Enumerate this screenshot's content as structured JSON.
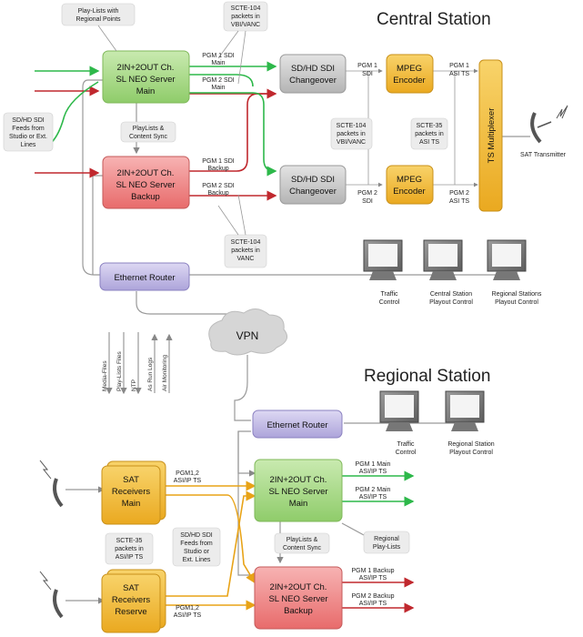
{
  "titles": {
    "central": "Central Station",
    "regional": "Regional Station"
  },
  "central": {
    "server_main": [
      "2IN+2OUT Ch.",
      "SL NEO Server",
      "Main"
    ],
    "server_backup": [
      "2IN+2OUT Ch.",
      "SL NEO Server",
      "Backup"
    ],
    "changeover_1": [
      "SD/HD SDI",
      "Changeover"
    ],
    "changeover_2": [
      "SD/HD SDI",
      "Changeover"
    ],
    "encoder_1": [
      "MPEG",
      "Encoder"
    ],
    "encoder_2": [
      "MPEG",
      "Encoder"
    ],
    "ts_multiplexer": "TS Multiplexer",
    "ethernet_router": "Ethernet Router",
    "vpn": "VPN",
    "sat_transmitter": "SAT Transmitter",
    "callouts": {
      "playlists_regional": [
        "Play-Lists with",
        "Regional Points"
      ],
      "scte104_vbi_top": [
        "SCTE-104",
        "packets in",
        "VBI/VANC"
      ],
      "sources": [
        "SD/HD SDI",
        "Feeds from",
        "Studio or Ext.",
        "Lines"
      ],
      "sync": [
        "PlayLists &",
        "Content Sync"
      ],
      "scte104_vbi_mid": [
        "SCTE-104",
        "packets in",
        "VBI/VANC"
      ],
      "scte35_mid": [
        "SCTE-35",
        "packets in",
        "ASI TS"
      ],
      "scte104_vanc": [
        "SCTE-104",
        "packets in",
        "VANC"
      ]
    },
    "labels": {
      "pgm1_main": [
        "PGM 1 SDI",
        "Main"
      ],
      "pgm2_main": [
        "PGM 2 SDI",
        "Main"
      ],
      "pgm1_backup": [
        "PGM 1 SDI",
        "Backup"
      ],
      "pgm2_backup": [
        "PGM 2 SDI",
        "Backup"
      ],
      "pgm1_sdi": [
        "PGM 1",
        "SDI"
      ],
      "pgm2_sdi": [
        "PGM 2",
        "SDI"
      ],
      "pgm1_asi": [
        "PGM 1",
        "ASI TS"
      ],
      "pgm2_asi": [
        "PGM 2",
        "ASI TS"
      ]
    },
    "monitors": [
      [
        "Traffic",
        "Control"
      ],
      [
        "Central Station",
        "Playout Control"
      ],
      [
        "Regional Stations",
        "Playout Control"
      ]
    ]
  },
  "vpn_flows": [
    "Media-Files",
    "Play-Lists Files",
    "NTP",
    "As Run Logs",
    "Air Monitoring"
  ],
  "regional": {
    "ethernet_router": "Ethernet Router",
    "sat_main": [
      "SAT",
      "Receivers",
      "Main"
    ],
    "sat_reserve": [
      "SAT",
      "Receivers",
      "Reserve"
    ],
    "server_main": [
      "2IN+2OUT Ch.",
      "SL NEO Server",
      "Main"
    ],
    "server_backup": [
      "2IN+2OUT Ch.",
      "SL NEO Server",
      "Backup"
    ],
    "callouts": {
      "scte35": [
        "SCTE-35",
        "packets in",
        "ASI/IP TS"
      ],
      "sources": [
        "SD/HD SDI",
        "Feeds from",
        "Studio or",
        "Ext. Lines"
      ],
      "sync": [
        "PlayLists &",
        "Content Sync"
      ],
      "playlists": [
        "Regional",
        "Play-Lists"
      ]
    },
    "labels": {
      "pgm12_top": [
        "PGM1,2",
        "ASI/IP TS"
      ],
      "pgm12_bottom": [
        "PGM1,2",
        "ASI/IP TS"
      ],
      "pgm1_main": [
        "PGM 1 Main",
        "ASI/IP TS"
      ],
      "pgm2_main": [
        "PGM 2 Main",
        "ASI/IP TS"
      ],
      "pgm1_backup": [
        "PGM 1 Backup",
        "ASI/IP TS"
      ],
      "pgm2_backup": [
        "PGM 2 Backup",
        "ASI/IP TS"
      ]
    },
    "monitors": [
      [
        "Traffic",
        "Control"
      ],
      [
        "Regional Station",
        "Playout Control"
      ]
    ]
  },
  "colors": {
    "green": "#2db84a",
    "red": "#c0282e",
    "orange": "#e8a317",
    "server_main_fill": "#a9d88a",
    "server_backup_fill": "#f08a8a",
    "grey_box": "#c8c8c8",
    "encoder_fill": "#f2bd3a",
    "router_fill": "#c4bde6"
  }
}
